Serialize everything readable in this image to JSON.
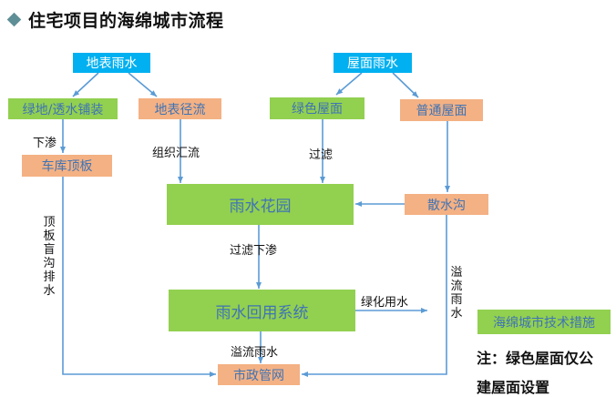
{
  "header": {
    "title": "住宅项目的海绵城市流程",
    "bullet_icon": "diamond-bullet"
  },
  "colors": {
    "source": "#00b0f0",
    "measure": "#92d050",
    "facility": "#f4b183",
    "node_text": "#3f73b5",
    "arrow": "#5b9bd5"
  },
  "nodes": {
    "surface_rain": "地表雨水",
    "roof_rain": "屋面雨水",
    "green_paving": "绿地/透水铺装",
    "surface_runoff": "地表径流",
    "green_roof": "绿色屋面",
    "normal_roof": "普通屋面",
    "garage_roof": "车库顶板",
    "rain_garden": "雨水花园",
    "swale": "散水沟",
    "reuse_system": "雨水回用系统",
    "municipal": "市政管网"
  },
  "edge_labels": {
    "infiltrate": "下渗",
    "collect": "组织汇流",
    "filter": "过滤",
    "filter_infiltrate": "过滤下渗",
    "green_irrigation": "绿化用水",
    "overflow": "溢流雨水",
    "roof_drain": "顶板盲沟排水",
    "swale_overflow": "溢流雨水"
  },
  "legend": {
    "label": "海绵城市技术措施"
  },
  "note": {
    "line1": "注：绿色屋面仅公",
    "line2": "建屋面设置"
  }
}
